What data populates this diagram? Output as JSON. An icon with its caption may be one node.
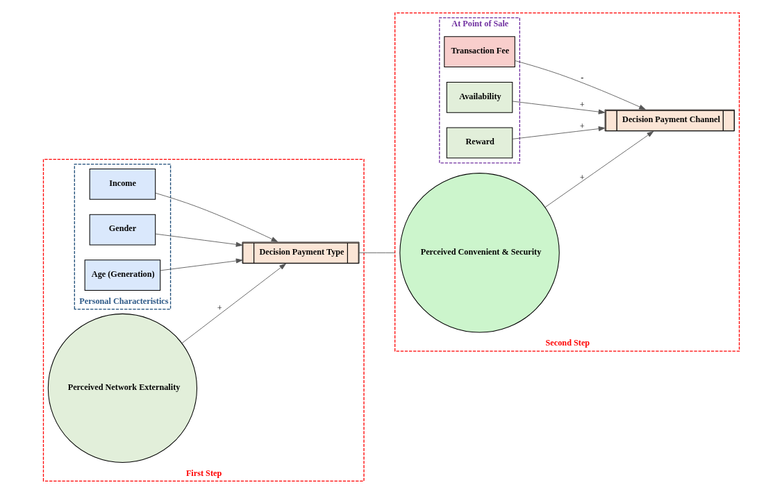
{
  "diagram": {
    "nodes": [
      {
        "text": [
          "First Step"
        ]
      },
      {
        "text": [
          "Perceived Network Externality"
        ],
        "in": 0
      },
      {
        "text": [
          "Personal Characteristics"
        ],
        "in": 0
      },
      {
        "text": [
          "Age (Generation)"
        ],
        "in": 2
      },
      {
        "text": [
          "Gender"
        ],
        "in": 2
      },
      {
        "text": [
          "Income"
        ],
        "in": 2
      },
      {
        "text": [
          "Decision Payment Type"
        ],
        "in": 0
      },
      {
        "text": [
          "Second Step"
        ]
      },
      {
        "text": [
          "At Point of Sale"
        ],
        "in": 7
      },
      {
        "text": [
          "Reward"
        ],
        "in": 8
      },
      {
        "text": [
          "Availability"
        ],
        "in": 8
      },
      {
        "text": [
          "Transaction Fee"
        ],
        "in": 8
      },
      {
        "text": [
          "Perceived Convenient & Security"
        ],
        "in": 7
      },
      {
        "text": [
          "Decision Payment Channel"
        ],
        "in": 7
      }
    ],
    "edges": [
      {
        "from": 1,
        "to": 6,
        "arrow": "to",
        "label": "+"
      },
      {
        "from": 3,
        "to": 6,
        "arrow": "to"
      },
      {
        "from": 4,
        "to": 6,
        "arrow": "to"
      },
      {
        "from": 5,
        "to": 6,
        "arrow": "to"
      },
      {
        "from": 6,
        "to": 7,
        "arrow": "none"
      },
      {
        "from": 9,
        "to": 13,
        "arrow": "to",
        "label": "+"
      },
      {
        "from": 10,
        "to": 13,
        "arrow": "to",
        "label": "+"
      },
      {
        "from": 11,
        "to": 13,
        "arrow": "to",
        "label": "-"
      },
      {
        "from": 12,
        "to": 13,
        "arrow": "to",
        "label": "+"
      }
    ]
  }
}
